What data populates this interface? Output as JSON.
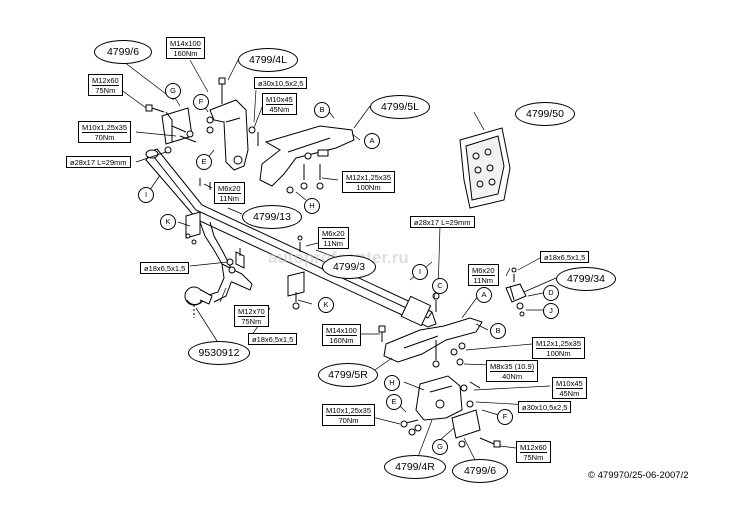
{
  "part_codes": {
    "c4799_6_top": "4799/6",
    "c4799_4L": "4799/4L",
    "c4799_5L": "4799/5L",
    "c4799_50": "4799/50",
    "c4799_13": "4799/13",
    "c4799_3": "4799/3",
    "c4799_34": "4799/34",
    "c9530912": "9530912",
    "c4799_5R": "4799/5R",
    "c4799_4R": "4799/4R",
    "c4799_6_bottom": "4799/6"
  },
  "specs": {
    "m14_top": [
      "M14x100",
      "160Nm"
    ],
    "m12_60_top": [
      "M12x60",
      "75Nm"
    ],
    "m10_45_top": [
      "M10x45",
      "45Nm"
    ],
    "washer30_top": [
      "ø30x10,5x2,5"
    ],
    "m10_35_top": [
      "M10x1,25x35",
      "70Nm"
    ],
    "tube28_left": [
      "ø28x17 L=29mm"
    ],
    "m6_left": [
      "M6x20",
      "11Nm"
    ],
    "m12_35_top": [
      "M12x1,25x35",
      "100Nm"
    ],
    "tube28_right": [
      "ø28x17 L=29mm"
    ],
    "m6_mid": [
      "M6x20",
      "11Nm"
    ],
    "washer18_left": [
      "ø18x6,5x1,5"
    ],
    "washer18_right": [
      "ø18x6,5x1,5"
    ],
    "m6_right": [
      "M6x20",
      "11Nm"
    ],
    "m12_70": [
      "M12x70",
      "75Nm"
    ],
    "washer18_bottom": [
      "ø18x6,5x1,5"
    ],
    "m14_bottom": [
      "M14x100",
      "160Nm"
    ],
    "m12_35_bottom": [
      "M12x1,25x35",
      "100Nm"
    ],
    "m8_35": [
      "M8x35 (10.9)",
      "40Nm"
    ],
    "m10_45_bottom": [
      "M10x45",
      "45Nm"
    ],
    "washer30_bottom": [
      "ø30x10,5x2,5"
    ],
    "m10_35_bottom": [
      "M10x1,25x35",
      "70Nm"
    ],
    "m12_60_bottom": [
      "M12x60",
      "75Nm"
    ]
  },
  "letters": {
    "G_top": "G",
    "F_top": "F",
    "E_top": "E",
    "B_top": "B",
    "A_top": "A",
    "H_top": "H",
    "I_left": "I",
    "K_left": "K",
    "K_mid": "K",
    "I_right": "I",
    "C_right": "C",
    "A_right": "A",
    "B_right": "B",
    "D_right": "D",
    "J_right": "J",
    "H_bottom": "H",
    "E_bottom": "E",
    "F_bottom": "F",
    "G_bottom": "G"
  },
  "watermark": "autoprofcenter.ru",
  "copyright": "© 479970/25-06-2007/2"
}
